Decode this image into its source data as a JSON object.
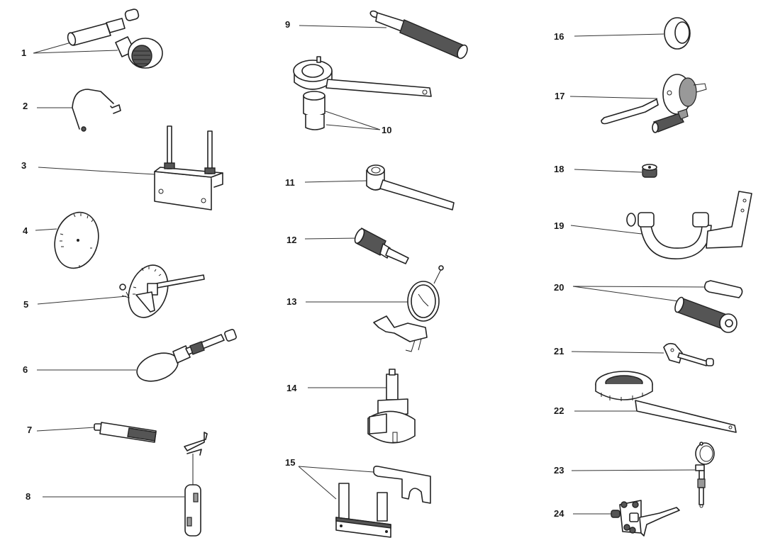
{
  "diagram": {
    "title": "Special service tools",
    "callouts": [
      {
        "id": 1,
        "label": "1",
        "targets": 2
      },
      {
        "id": 2,
        "label": "2",
        "targets": 1
      },
      {
        "id": 3,
        "label": "3",
        "targets": 1
      },
      {
        "id": 4,
        "label": "4",
        "targets": 1
      },
      {
        "id": 5,
        "label": "5",
        "targets": 1
      },
      {
        "id": 6,
        "label": "6",
        "targets": 1
      },
      {
        "id": 7,
        "label": "7",
        "targets": 1
      },
      {
        "id": 8,
        "label": "8",
        "targets": 1
      },
      {
        "id": 9,
        "label": "9",
        "targets": 1
      },
      {
        "id": 10,
        "label": "10",
        "targets": 2
      },
      {
        "id": 11,
        "label": "11",
        "targets": 1
      },
      {
        "id": 12,
        "label": "12",
        "targets": 1
      },
      {
        "id": 13,
        "label": "13",
        "targets": 1
      },
      {
        "id": 14,
        "label": "14",
        "targets": 1
      },
      {
        "id": 15,
        "label": "15",
        "targets": 2
      },
      {
        "id": 16,
        "label": "16",
        "targets": 1
      },
      {
        "id": 17,
        "label": "17",
        "targets": 1
      },
      {
        "id": 18,
        "label": "18",
        "targets": 1
      },
      {
        "id": 19,
        "label": "19",
        "targets": 1
      },
      {
        "id": 20,
        "label": "20",
        "targets": 2
      },
      {
        "id": 21,
        "label": "21",
        "targets": 1
      },
      {
        "id": 22,
        "label": "22",
        "targets": 1
      },
      {
        "id": 23,
        "label": "23",
        "targets": 1
      },
      {
        "id": 24,
        "label": "24",
        "targets": 1
      }
    ],
    "tools": [
      {
        "id": 1,
        "name": "bearing-puller-with-drift"
      },
      {
        "id": 2,
        "name": "bent-hook-tool"
      },
      {
        "id": 3,
        "name": "stud-bracket-plate"
      },
      {
        "id": 4,
        "name": "degree-wheel"
      },
      {
        "id": 5,
        "name": "timing-disc-with-pointer"
      },
      {
        "id": 6,
        "name": "oil-filter-strap-wrench"
      },
      {
        "id": 7,
        "name": "drift-punch"
      },
      {
        "id": 8,
        "name": "valve-spring-hook-tool"
      },
      {
        "id": 9,
        "name": "knurled-handle-pin-tool"
      },
      {
        "id": 10,
        "name": "pin-spanner-with-sockets"
      },
      {
        "id": 11,
        "name": "socket-wrench"
      },
      {
        "id": 12,
        "name": "knurled-adapter"
      },
      {
        "id": 13,
        "name": "dial-gauge-with-bracket"
      },
      {
        "id": 14,
        "name": "puller-body"
      },
      {
        "id": 15,
        "name": "locking-plates"
      },
      {
        "id": 16,
        "name": "sealing-ring-bush"
      },
      {
        "id": 17,
        "name": "flywheel-holder"
      },
      {
        "id": 18,
        "name": "small-knurled-nut"
      },
      {
        "id": 19,
        "name": "u-clamp-bracket"
      },
      {
        "id": 20,
        "name": "guide-pins"
      },
      {
        "id": 21,
        "name": "cam-holder"
      },
      {
        "id": 22,
        "name": "ring-nut-spanner"
      },
      {
        "id": 23,
        "name": "bore-dial-gauge"
      },
      {
        "id": 24,
        "name": "valve-adjustment-tool"
      }
    ]
  }
}
